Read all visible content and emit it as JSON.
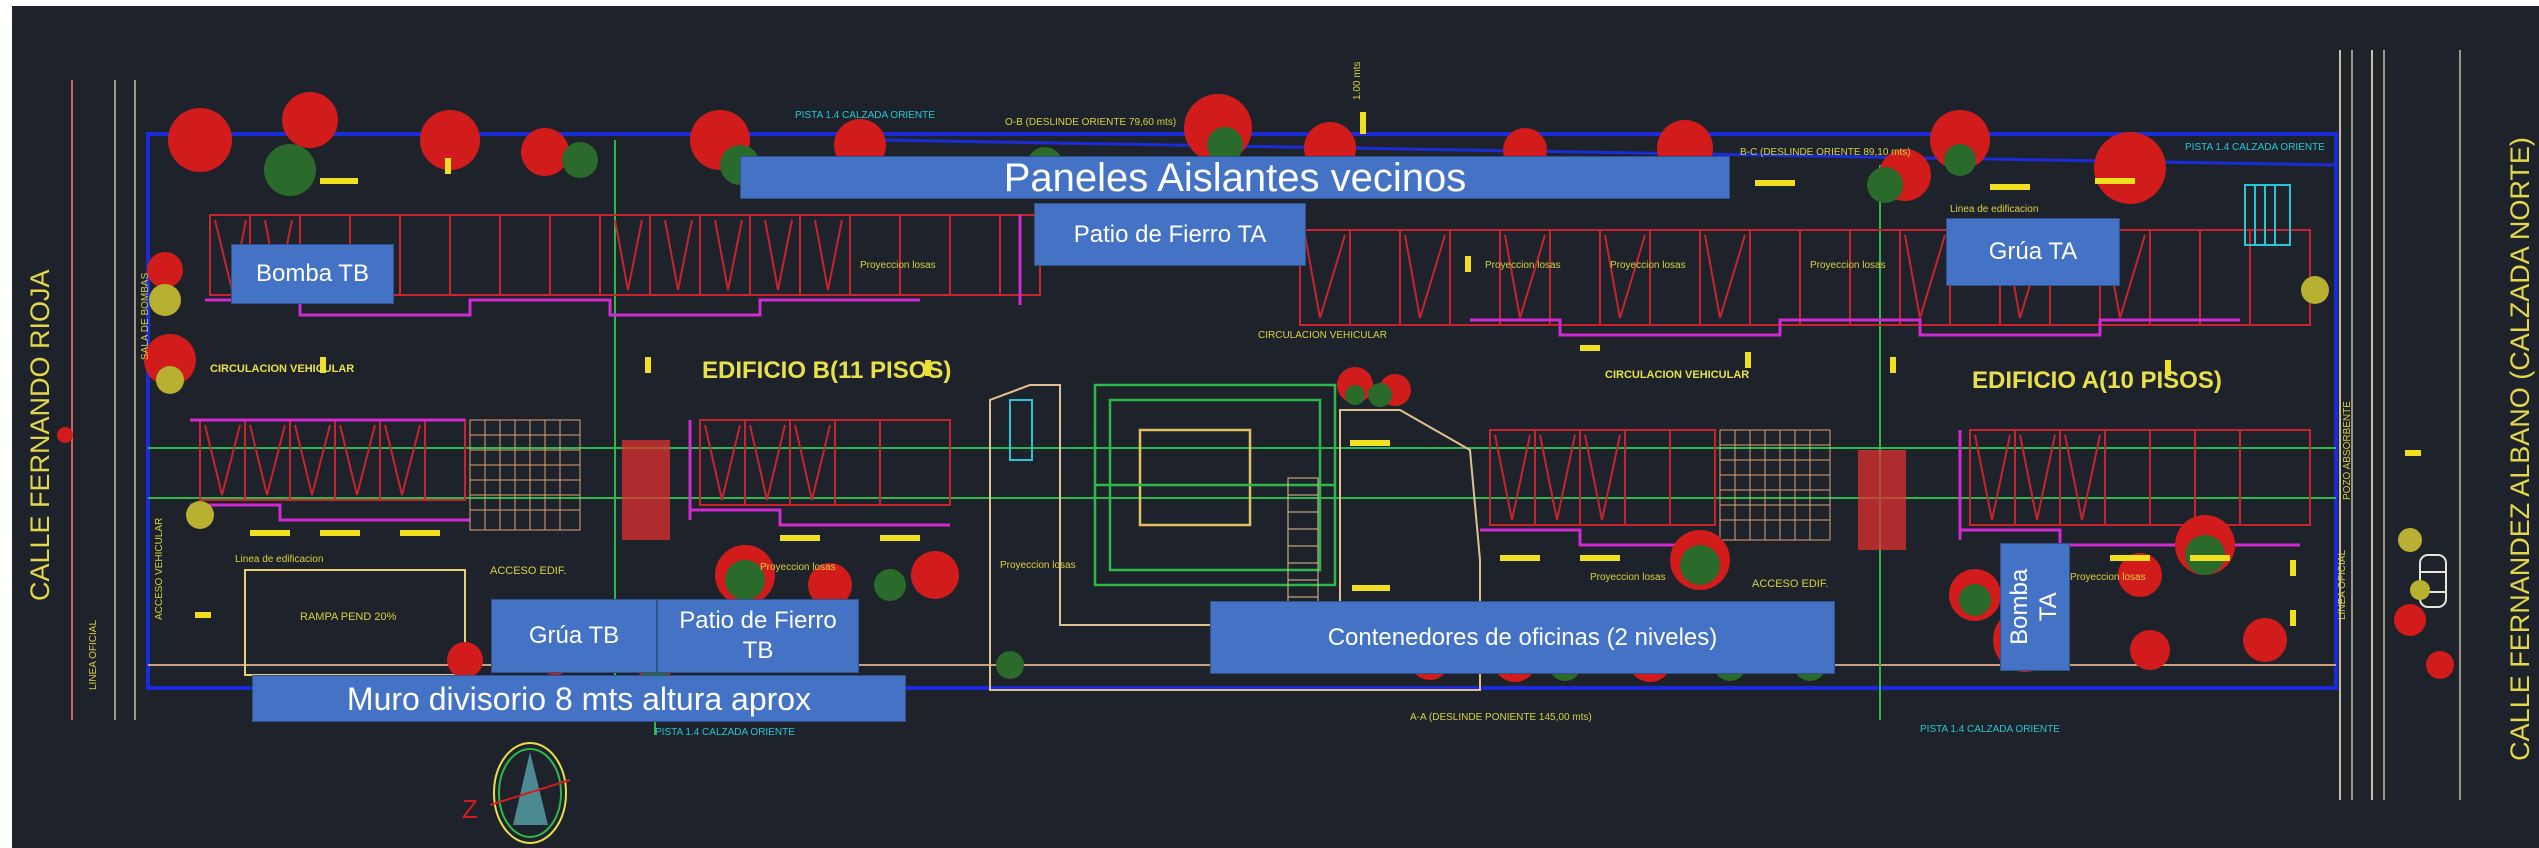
{
  "streets": {
    "west": "CALLE FERNANDO RIOJA",
    "east": "CALLE FERNANDEZ ALBANO (CALZADA NORTE)"
  },
  "buildings": {
    "b": "EDIFICIO B(11 PISOS)",
    "a": "EDIFICIO A(10 PISOS)"
  },
  "cad_labels": {
    "circ_left": "CIRCULACION VEHICULAR",
    "circ_mid": "CIRCULACION VEHICULAR",
    "circ_right": "CIRCULACION VEHICULAR",
    "acceso_left": "ACCESO EDIF.",
    "acceso_right": "ACCESO EDIF.",
    "rampa": "RAMPA PEND 20%"
  },
  "callouts": {
    "paneles": "Paneles Aislantes vecinos",
    "patio_ta": "Patio de Fierro TA",
    "bomba_tb": "Bomba TB",
    "grua_ta": "Grúa TA",
    "grua_tb": "Grúa TB",
    "patio_tb": "Patio de Fierro TB",
    "contenedores": "Contenedores de oficinas (2 niveles)",
    "muro": "Muro divisorio 8 mts altura aprox",
    "bomba_ta": "Bomba TA"
  },
  "colors": {
    "background": "#1e232b",
    "property_line": "#1a2bd8",
    "trees": "#d21c1c",
    "parking": "#c8232e",
    "walls": "#d02ad0",
    "axis": "#2fb84a",
    "text": "#e8e04a",
    "callout_fill": "#4472c4"
  },
  "icons": [
    "north-arrow-icon",
    "tree-icon",
    "car-icon",
    "hydrant-icon"
  ]
}
